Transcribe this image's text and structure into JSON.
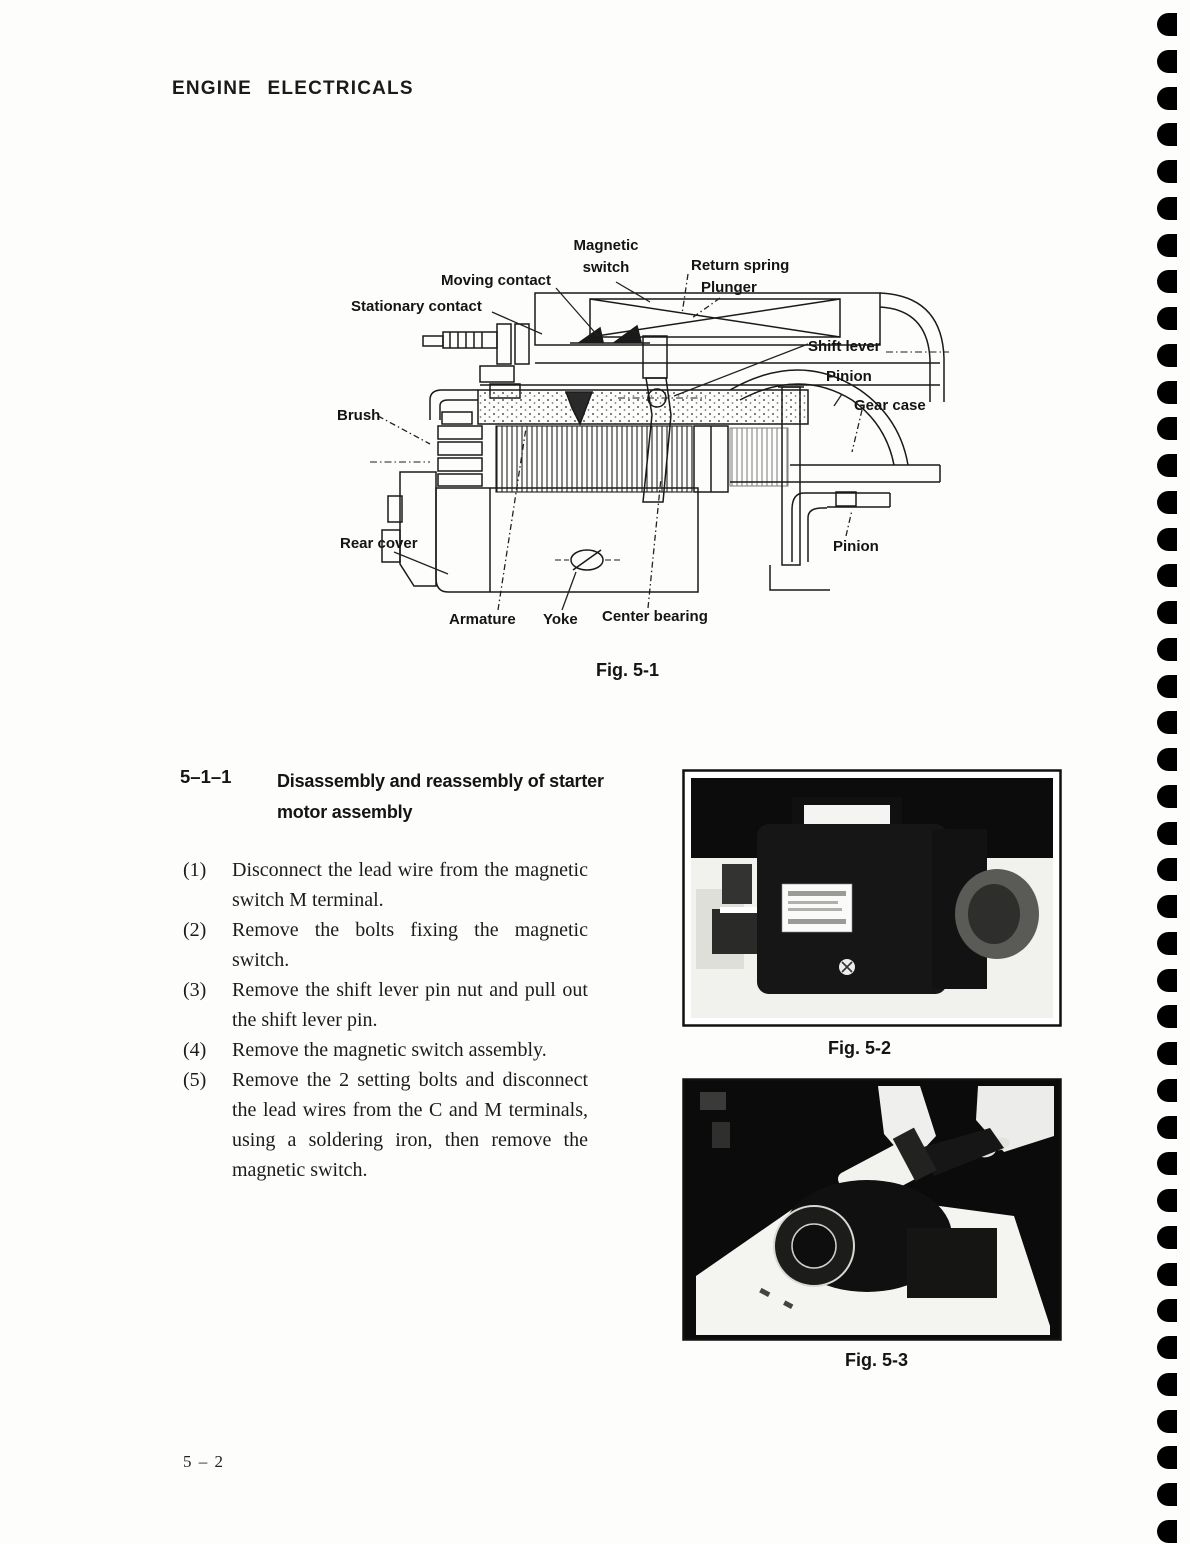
{
  "page": {
    "header": "ENGINE ELECTRICALS",
    "page_number": "5 – 2"
  },
  "figure_5_1": {
    "caption": "Fig. 5-1",
    "labels": {
      "magnetic_switch": "Magnetic switch",
      "return_spring": "Return spring",
      "plunger": "Plunger",
      "moving_contact": "Moving contact",
      "stationary_contact": "Stationary contact",
      "shift_lever": "Shift lever",
      "pinion_upper": "Pinion",
      "gear_case": "Gear case",
      "brush": "Brush",
      "rear_cover": "Rear cover",
      "pinion_lower": "Pinion",
      "armature": "Armature",
      "yoke": "Yoke",
      "center_bearing": "Center bearing"
    }
  },
  "section": {
    "number": "5–1–1",
    "title": "Disassembly and reassembly of starter motor assembly",
    "steps": [
      {
        "num": "(1)",
        "text": "Disconnect the lead wire from the magnetic switch M terminal."
      },
      {
        "num": "(2)",
        "text": "Remove the bolts fixing the magnetic switch."
      },
      {
        "num": "(3)",
        "text": "Remove the shift lever pin nut and pull out the shift lever pin."
      },
      {
        "num": "(4)",
        "text": "Remove the magnetic switch assembly."
      },
      {
        "num": "(5)",
        "text": "Remove the 2 setting bolts and disconnect the lead wires from the C and M terminals, using a soldering iron, then remove the magnetic switch."
      }
    ]
  },
  "figure_5_2": {
    "caption": "Fig. 5-2"
  },
  "figure_5_3": {
    "caption": "Fig. 5-3"
  },
  "decor": {
    "binding_mark_count": 42,
    "ink_color": "#1a1a1a",
    "paper_color": "#fdfdfc"
  }
}
